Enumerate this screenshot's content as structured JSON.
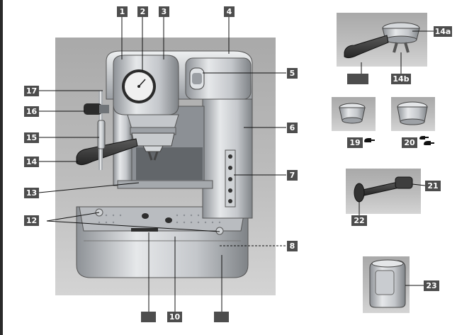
{
  "colors": {
    "tag_background": "#4d4d4d",
    "tag_text": "#ffffff",
    "panel_background": "#b3b3b3",
    "steel": "#c8ccd0",
    "handle": "#3a3a3a"
  },
  "callouts": {
    "c1": "1",
    "c2": "2",
    "c3": "3",
    "c4": "4",
    "c5": "5",
    "c6": "6",
    "c7": "7",
    "c8": "8",
    "c10": "10",
    "c12": "12",
    "c13": "13",
    "c14": "14",
    "c14a": "14a",
    "c14b": "14b",
    "c15": "15",
    "c16": "16",
    "c17": "17",
    "c19": "19",
    "c20": "20",
    "c21": "21",
    "c22": "22",
    "c23": "23",
    "c9_blank": "",
    "c11_blank": "",
    "c14c_blank": ""
  },
  "icons": {
    "single_scoop": "single-scoop-icon",
    "double_scoop": "double-scoop-icon"
  }
}
